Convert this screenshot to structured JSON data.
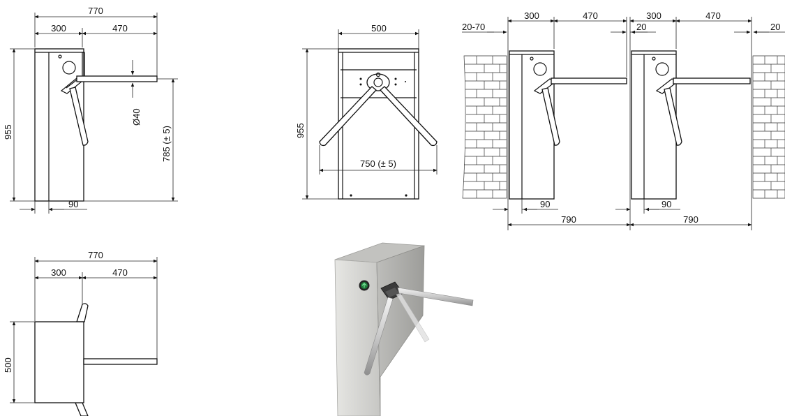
{
  "side_view": {
    "overall_width": "770",
    "body_width": "300",
    "arm_length": "470",
    "height": "955",
    "arm_diameter": "Ø40",
    "arm_height": "785 (± 5)",
    "base_width": "90"
  },
  "front_view": {
    "body_width": "500",
    "height": "955",
    "arm_span": "750 (± 5)"
  },
  "install_view": {
    "wall_gap_left": "20-70",
    "unit1_body": "300",
    "unit1_arm": "470",
    "unit2_body": "300",
    "unit2_arm": "470",
    "gap_between": "20",
    "wall_gap_right": "20",
    "unit1_base": "90",
    "unit2_base": "90",
    "unit1_pitch": "790",
    "unit2_pitch": "790"
  },
  "top_view": {
    "overall_width": "770",
    "body_width": "300",
    "arm_length": "470",
    "depth": "500"
  },
  "colors": {
    "line": "#111111",
    "cabinet_light": "#d9d9d6",
    "cabinet_dark": "#a9a9a6",
    "indicator_green": "#1f7a3a"
  }
}
